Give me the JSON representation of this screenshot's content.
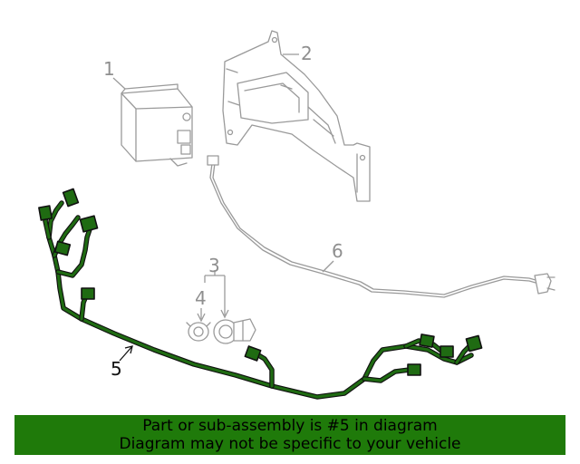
{
  "callouts": {
    "c1": "1",
    "c2": "2",
    "c3": "3",
    "c4": "4",
    "c5": "5",
    "c6": "6"
  },
  "banner": {
    "line1": "Part or sub-assembly is #5 in diagram",
    "line2": "Diagram may not be specific to your vehicle"
  },
  "colors": {
    "highlight": "#1f7a0a",
    "part_outline": "#9a9a9a",
    "harness": "#1f6b12"
  }
}
